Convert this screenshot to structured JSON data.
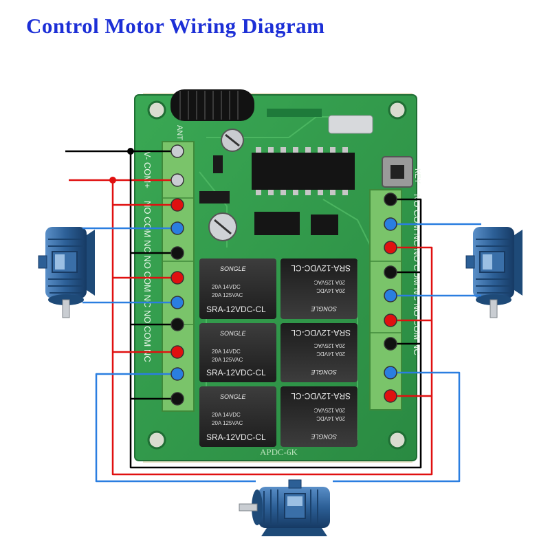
{
  "title": "Control Motor Wiring Diagram",
  "board": {
    "model": "APDC-6K",
    "ant_label": "ANT",
    "key_label": "KEY",
    "power_label": "V- COM+",
    "left_terminal_label": "NO COM NC NO COM NC NO COM NC",
    "right_terminal_label": "NO COM NC NO COM NC NO COM NC"
  },
  "relay": {
    "brand": "SONGLE",
    "rating_1": "20A 14VDC",
    "rating_2": "20A 125VAC",
    "part": "SRA-12VDC-CL"
  },
  "colors": {
    "pcb": "#2f9a4a",
    "wire_black": "#000000",
    "wire_red": "#e01010",
    "wire_blue": "#2a7ee0",
    "terminal_block": "#7ac46a",
    "motor": "#2c5f96",
    "title": "#1c2fd6"
  }
}
